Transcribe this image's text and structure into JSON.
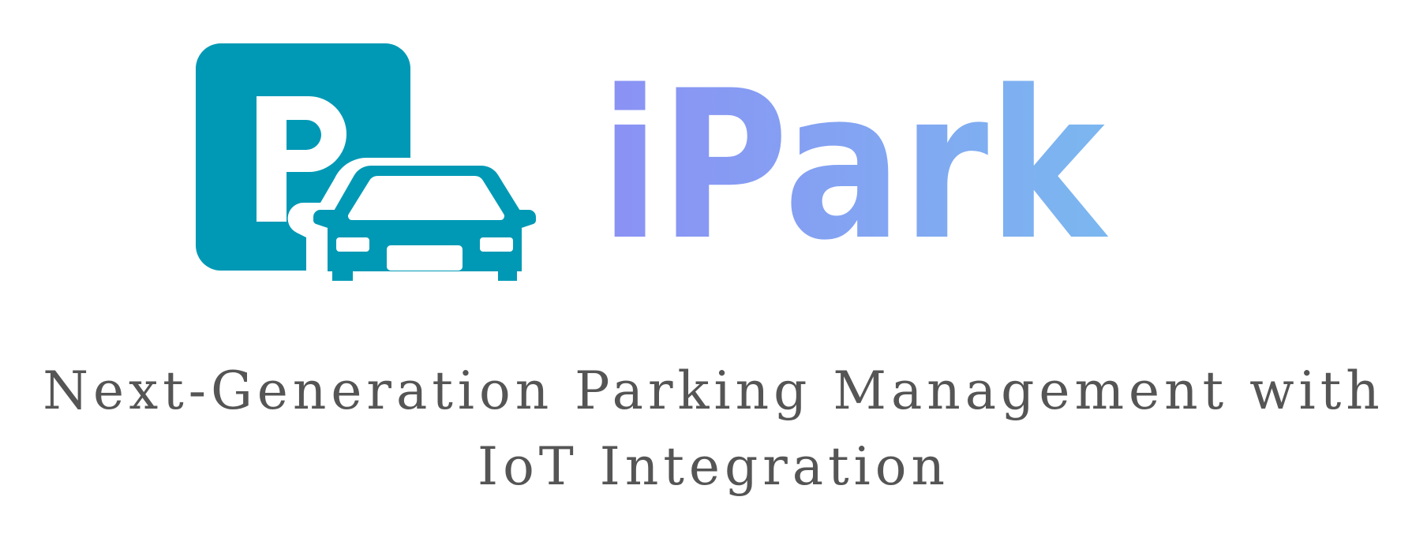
{
  "logo": {
    "icon": "parking-car-icon",
    "icon_letter": "P",
    "icon_color": "#0099b5",
    "wordmark": "iPark",
    "wordmark_gradient": [
      "#8b91f4",
      "#7bb7f0"
    ]
  },
  "tagline": {
    "line1": "Next-Generation Parking Management with",
    "line2": "IoT Integration",
    "color": "#555555"
  }
}
